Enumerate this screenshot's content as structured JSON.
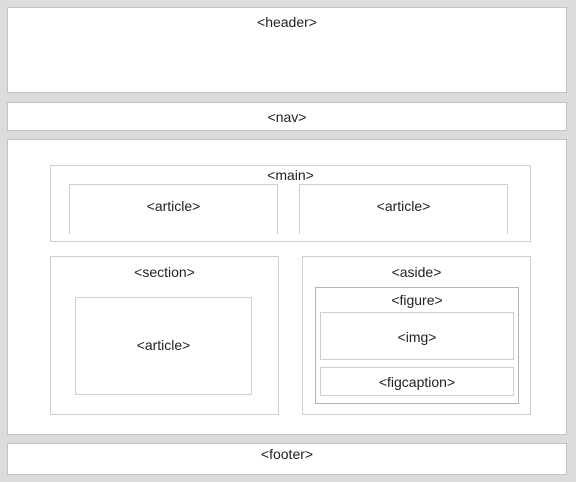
{
  "diagram": {
    "header": "<header>",
    "nav": "<nav>",
    "main": "<main>",
    "main_article_left": "<article>",
    "main_article_right": "<article>",
    "section": "<section>",
    "section_article": "<article>",
    "aside": "<aside>",
    "figure": "<figure>",
    "img": "<img>",
    "figcaption": "<figcaption>",
    "footer": "<footer>"
  },
  "colors": {
    "background": "#dcdcdc",
    "box_fill": "#ffffff",
    "box_border": "#c2c2c2"
  }
}
